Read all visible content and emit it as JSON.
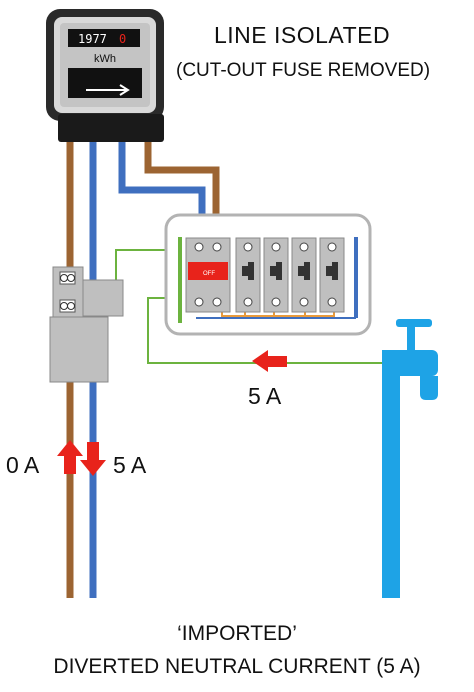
{
  "header": {
    "line1": "LINE ISOLATED",
    "line2": "(CUT-OUT FUSE REMOVED)"
  },
  "meter": {
    "reading": "1977",
    "reading_last_digit": "0",
    "unit": "kWh"
  },
  "consumer_unit": {
    "main_switch_label": "OFF"
  },
  "currents": {
    "left_label": "0 A",
    "right_label": "5 A",
    "tap_label": "5 A"
  },
  "footer": {
    "line1": "‘IMPORTED’",
    "line2": "DIVERTED NEUTRAL CURRENT (5 A)"
  },
  "colors": {
    "live_brown": "#9c6432",
    "neutral_blue": "#3f6fbf",
    "earth_green": "#6cb33f",
    "tap_blue": "#1ea3e6",
    "arrow_red": "#e8231b",
    "device_grey": "#bfbfbf",
    "busbar_orange": "#e89a3c"
  }
}
